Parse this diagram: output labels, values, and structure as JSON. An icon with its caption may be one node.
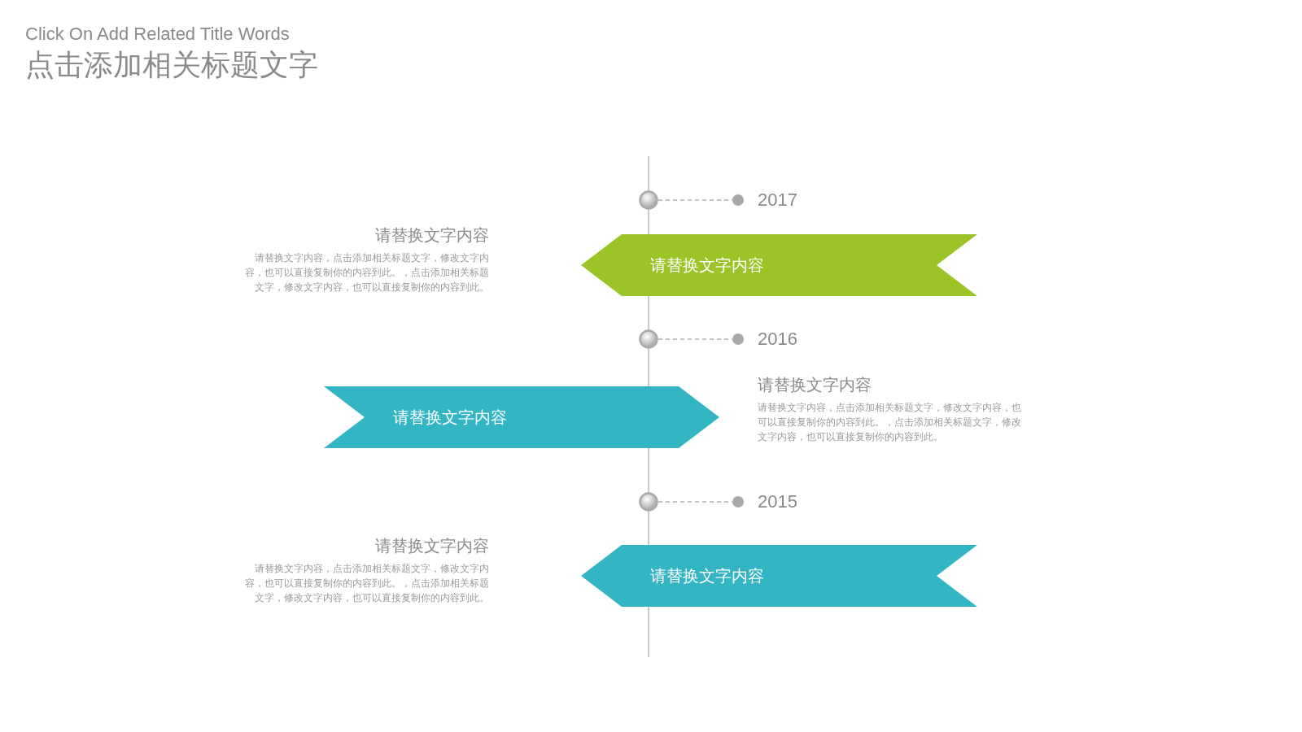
{
  "diagram": {
    "title": "点击添加相关标题文字",
    "nodes": [
      {
        "text": [],
        "shape": "circle"
      },
      {
        "text": [],
        "shape": "circle",
        "beside": [
          "2017"
        ]
      },
      {
        "text": [
          "请替换文字内容"
        ],
        "beside": [
          "请替换文字内容",
          "请替换文字内容，点击添加相关标题文字，修改文字内容，也可以直接复制你的内容到此。，点击添加相关标题文字，修改文字内容，也可以直接复制你的内容到此。"
        ]
      },
      {
        "text": [],
        "shape": "circle"
      },
      {
        "text": [],
        "shape": "circle",
        "beside": [
          "2016"
        ]
      },
      {
        "text": [
          "请替换文字内容"
        ],
        "beside": [
          "请替换文字内容",
          "请替换文字内容，点击添加相关标题文字，修改文字内容，也可以直接复制你的内容到此。，点击添加相关标题文字，修改文字内容，也可以直接复制你的内容到此。"
        ]
      },
      {
        "text": [],
        "shape": "circle"
      },
      {
        "text": [],
        "shape": "circle",
        "beside": [
          "2015"
        ]
      },
      {
        "text": [
          "请替换文字内容"
        ],
        "beside": [
          "请替换文字内容",
          "请替换文字内容，点击添加相关标题文字，修改文字内容，也可以直接复制你的内容到此。，点击添加相关标题文字，修改文字内容，也可以直接复制你的内容到此。"
        ]
      }
    ],
    "edges": [
      {
        "from": 0,
        "to": 1,
        "arrow": "none",
        "style": "dashed"
      },
      {
        "from": 3,
        "to": 4,
        "arrow": "none",
        "style": "dashed"
      },
      {
        "from": 6,
        "to": 7,
        "arrow": "none",
        "style": "dashed"
      }
    ],
    "labels": [
      "Click On Add Related Title Words"
    ]
  }
}
